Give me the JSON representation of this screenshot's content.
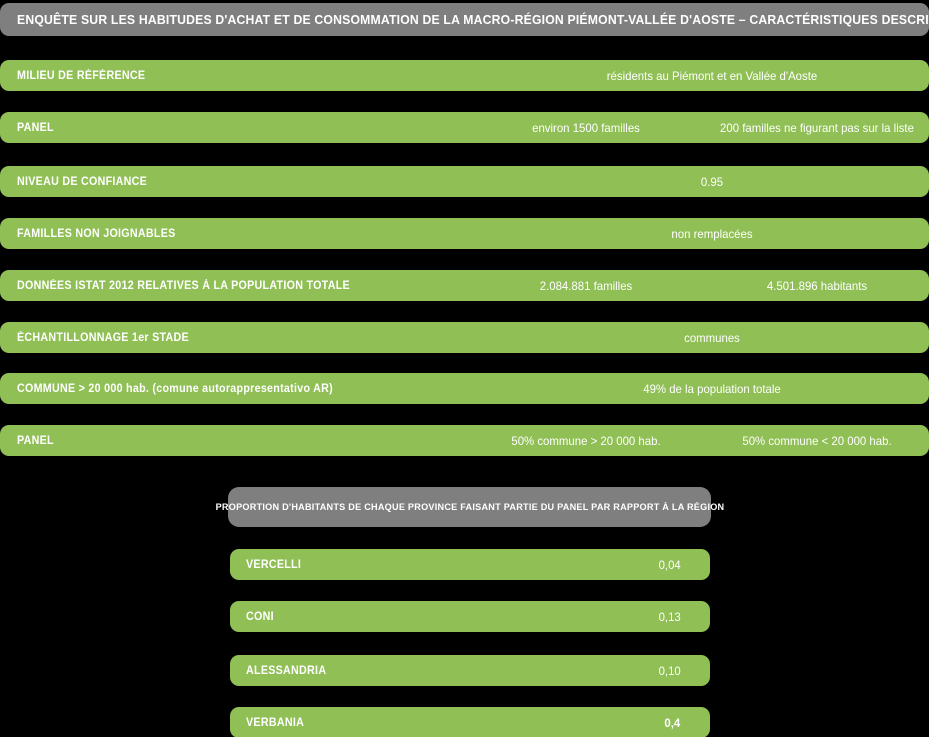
{
  "colors": {
    "green": "#8fbf55",
    "gray": "#7f7f7f",
    "background": "#000000",
    "text": "#ffffff"
  },
  "header": {
    "title": "ENQUÊTE SUR LES HABITUDES D'ACHAT ET DE CONSOMMATION DE LA MACRO-RÉGION PIÉMONT-VALLÉE D'AOSTE – CARACTÉRISTIQUES DESCRIPTIVES"
  },
  "spec_rows": [
    {
      "label": "MILIEU DE RÉFÉRENCE",
      "value_center": "résidents au Piémont et en Vallée d'Aoste",
      "value_a": "",
      "value_b": ""
    },
    {
      "label": "PANEL",
      "value_center": "",
      "value_a": "environ 1500 familles",
      "value_b": "200 familles ne figurant pas sur la liste"
    },
    {
      "label": "NIVEAU DE CONFIANCE",
      "value_center": "0.95",
      "value_a": "",
      "value_b": ""
    },
    {
      "label": "FAMILLES NON JOIGNABLES",
      "value_center": "non remplacées",
      "value_a": "",
      "value_b": ""
    },
    {
      "label": "DONNÉES ISTAT 2012 RELATIVES À LA POPULATION TOTALE",
      "value_center": "",
      "value_a": "2.084.881 familles",
      "value_b": "4.501.896 habitants"
    },
    {
      "label": "ÉCHANTILLONNAGE 1er STADE",
      "value_center": "communes",
      "value_a": "",
      "value_b": ""
    },
    {
      "label": "COMMUNE > 20 000 hab. (comune autorappresentativo AR)",
      "value_center": "49% de la population totale",
      "value_a": "",
      "value_b": ""
    },
    {
      "label": "PANEL",
      "value_center": "",
      "value_a": "50% commune > 20 000 hab.",
      "value_b": "50% commune < 20 000 hab."
    }
  ],
  "province_section": {
    "header": "PROPORTION D'HABITANTS DE CHAQUE PROVINCE FAISANT PARTIE DU PANEL PAR RAPPORT À LA RÉGION",
    "rows": [
      {
        "name": "VERCELLI",
        "value": "0,04",
        "bold": false
      },
      {
        "name": "CONI",
        "value": "0,13",
        "bold": false
      },
      {
        "name": "ALESSANDRIA",
        "value": "0,10",
        "bold": false
      },
      {
        "name": "VERBANIA",
        "value": "0,4",
        "bold": true
      }
    ]
  },
  "chart_data": {
    "type": "bar",
    "title": "PROPORTION D'HABITANTS DE CHAQUE PROVINCE FAISANT PARTIE DU PANEL PAR RAPPORT À LA RÉGION",
    "categories": [
      "VERCELLI",
      "CONI",
      "ALESSANDRIA",
      "VERBANIA"
    ],
    "values": [
      0.04,
      0.13,
      0.1,
      0.4
    ],
    "value_labels": [
      "0,04",
      "0,13",
      "0,10",
      "0,4"
    ],
    "xlabel": "",
    "ylabel": "",
    "legend": null,
    "grid": false
  }
}
